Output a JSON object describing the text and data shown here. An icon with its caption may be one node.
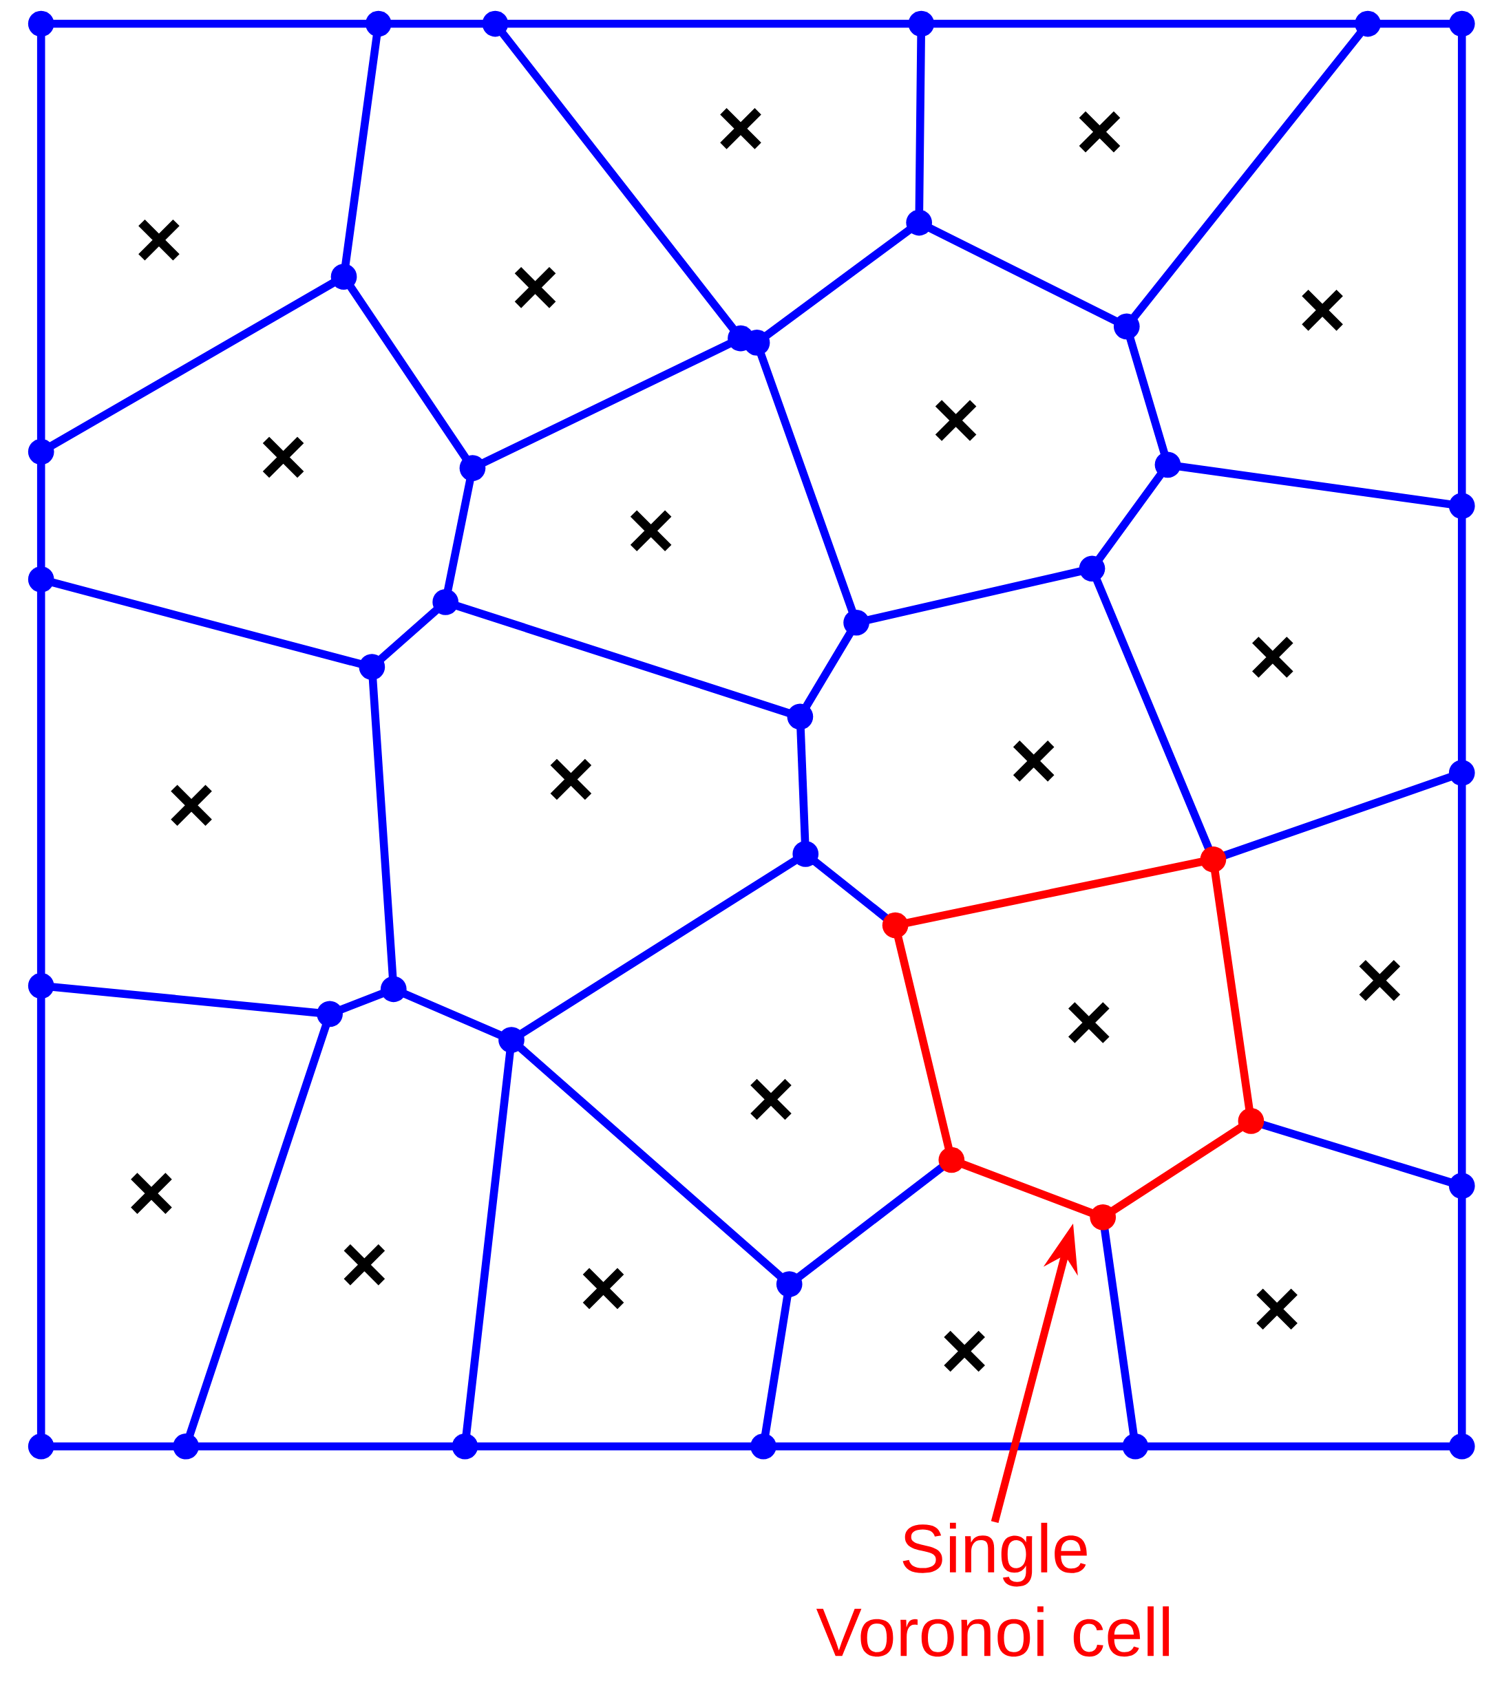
{
  "diagram": {
    "nodes": [
      {
        "text": [
          "Single Voronoi cell"
        ]
      },
      {
        "text": [],
        "shape": "polygon"
      }
    ],
    "edges": [
      {
        "from": 0,
        "to": 1,
        "arrow": "to"
      }
    ]
  }
}
